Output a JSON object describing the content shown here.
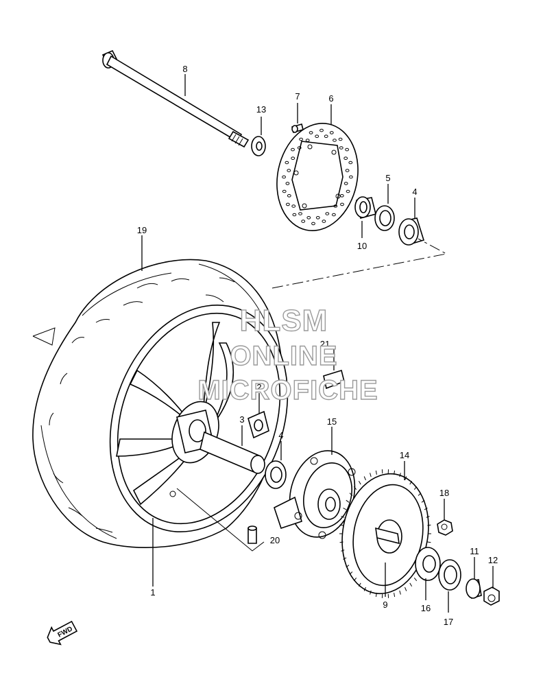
{
  "watermark": {
    "line1": "HLSM",
    "line2": "ONLINE",
    "line3": "MICROFICHE"
  },
  "direction_label": "FWD",
  "callouts": {
    "c1": "1",
    "c2": "2",
    "c3": "3",
    "c4a": "4",
    "c4b": "4",
    "c5": "5",
    "c6": "6",
    "c7": "7",
    "c8": "8",
    "c9": "9",
    "c10": "10",
    "c11": "11",
    "c12": "12",
    "c13": "13",
    "c14": "14",
    "c15": "15",
    "c16": "16",
    "c17": "17",
    "c18": "18",
    "c19": "19",
    "c20": "20",
    "c21": "21"
  }
}
